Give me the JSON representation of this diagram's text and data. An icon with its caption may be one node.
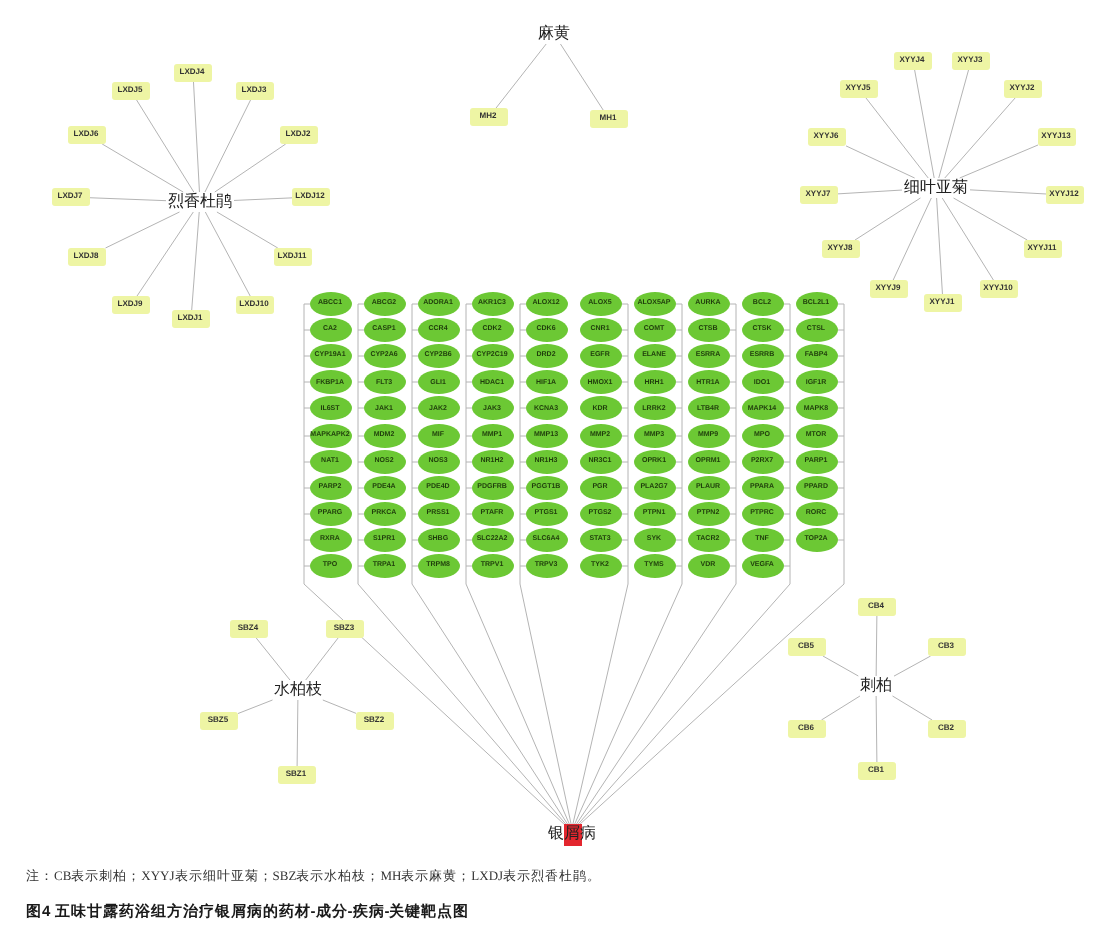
{
  "diagram": {
    "caption": "图4 五味甘露药浴组方治疗银屑病的药材-成分-疾病-关键靶点图",
    "nodes": [
      {
        "text": [
          "麻黄"
        ]
      },
      {
        "text": [
          "MH2"
        ]
      },
      {
        "text": [
          "MH1"
        ]
      },
      {
        "text": [
          "烈香杜鹃"
        ]
      },
      {
        "text": [
          "LXDJ1"
        ]
      },
      {
        "text": [
          "LXDJ2"
        ]
      },
      {
        "text": [
          "LXDJ3"
        ]
      },
      {
        "text": [
          "LXDJ4"
        ]
      },
      {
        "text": [
          "LXDJ5"
        ]
      },
      {
        "text": [
          "LXDJ6"
        ]
      },
      {
        "text": [
          "LXDJ7"
        ]
      },
      {
        "text": [
          "LXDJ8"
        ]
      },
      {
        "text": [
          "LXDJ9"
        ]
      },
      {
        "text": [
          "LXDJ10"
        ]
      },
      {
        "text": [
          "LXDJ11"
        ]
      },
      {
        "text": [
          "LXDJ12"
        ]
      },
      {
        "text": [
          "细叶亚菊"
        ]
      },
      {
        "text": [
          "XYYJ1"
        ]
      },
      {
        "text": [
          "XYYJ2"
        ]
      },
      {
        "text": [
          "XYYJ3"
        ]
      },
      {
        "text": [
          "XYYJ4"
        ]
      },
      {
        "text": [
          "XYYJ5"
        ]
      },
      {
        "text": [
          "XYYJ6"
        ]
      },
      {
        "text": [
          "XYYJ7"
        ]
      },
      {
        "text": [
          "XYYJ8"
        ]
      },
      {
        "text": [
          "XYYJ9"
        ]
      },
      {
        "text": [
          "XYYJ10"
        ]
      },
      {
        "text": [
          "XYYJ11"
        ]
      },
      {
        "text": [
          "XYYJ12"
        ]
      },
      {
        "text": [
          "XYYJ13"
        ]
      },
      {
        "text": [
          "ABCC1"
        ]
      },
      {
        "text": [
          "ABCG2"
        ]
      },
      {
        "text": [
          "ADORA1"
        ]
      },
      {
        "text": [
          "AKR1C3"
        ]
      },
      {
        "text": [
          "ALOX12"
        ]
      },
      {
        "text": [
          "ALOX5"
        ]
      },
      {
        "text": [
          "ALOX5AP"
        ]
      },
      {
        "text": [
          "AURKA"
        ]
      },
      {
        "text": [
          "BCL2"
        ]
      },
      {
        "text": [
          "BCL2L1"
        ]
      },
      {
        "text": [
          "CA2"
        ]
      },
      {
        "text": [
          "CASP1"
        ]
      },
      {
        "text": [
          "CCR4"
        ]
      },
      {
        "text": [
          "CDK2"
        ]
      },
      {
        "text": [
          "CDK6"
        ]
      },
      {
        "text": [
          "CNR1"
        ]
      },
      {
        "text": [
          "COMT"
        ]
      },
      {
        "text": [
          "CTSB"
        ]
      },
      {
        "text": [
          "CTSK"
        ]
      },
      {
        "text": [
          "CTSL"
        ]
      },
      {
        "text": [
          "CYP19A1"
        ]
      },
      {
        "text": [
          "CYP2A6"
        ]
      },
      {
        "text": [
          "CYP2B6"
        ]
      },
      {
        "text": [
          "CYP2C19"
        ]
      },
      {
        "text": [
          "DRD2"
        ]
      },
      {
        "text": [
          "EGFR"
        ]
      },
      {
        "text": [
          "ELANE"
        ]
      },
      {
        "text": [
          "ESRRA"
        ]
      },
      {
        "text": [
          "ESRRB"
        ]
      },
      {
        "text": [
          "FABP4"
        ]
      },
      {
        "text": [
          "FKBP1A"
        ]
      },
      {
        "text": [
          "FLT3"
        ]
      },
      {
        "text": [
          "GLI1"
        ]
      },
      {
        "text": [
          "HDAC1"
        ]
      },
      {
        "text": [
          "HIF1A"
        ]
      },
      {
        "text": [
          "HMOX1"
        ]
      },
      {
        "text": [
          "HRH1"
        ]
      },
      {
        "text": [
          "HTR1A"
        ]
      },
      {
        "text": [
          "IDO1"
        ]
      },
      {
        "text": [
          "IGF1R"
        ]
      },
      {
        "text": [
          "IL6ST"
        ]
      },
      {
        "text": [
          "JAK1"
        ]
      },
      {
        "text": [
          "JAK2"
        ]
      },
      {
        "text": [
          "JAK3"
        ]
      },
      {
        "text": [
          "KCNA3"
        ]
      },
      {
        "text": [
          "KDR"
        ]
      },
      {
        "text": [
          "LRRK2"
        ]
      },
      {
        "text": [
          "LTB4R"
        ]
      },
      {
        "text": [
          "MAPK14"
        ]
      },
      {
        "text": [
          "MAPK8"
        ]
      },
      {
        "text": [
          "MAPKAPK2"
        ]
      },
      {
        "text": [
          "MDM2"
        ]
      },
      {
        "text": [
          "MIF"
        ]
      },
      {
        "text": [
          "MMP1"
        ]
      },
      {
        "text": [
          "MMP13"
        ]
      },
      {
        "text": [
          "MMP2"
        ]
      },
      {
        "text": [
          "MMP3"
        ]
      },
      {
        "text": [
          "MMP9"
        ]
      },
      {
        "text": [
          "MPO"
        ]
      },
      {
        "text": [
          "MTOR"
        ]
      },
      {
        "text": [
          "NAT1"
        ]
      },
      {
        "text": [
          "NOS2"
        ]
      },
      {
        "text": [
          "NOS3"
        ]
      },
      {
        "text": [
          "NR1H2"
        ]
      },
      {
        "text": [
          "NR1H3"
        ]
      },
      {
        "text": [
          "NR3C1"
        ]
      },
      {
        "text": [
          "OPRK1"
        ]
      },
      {
        "text": [
          "OPRM1"
        ]
      },
      {
        "text": [
          "P2RX7"
        ]
      },
      {
        "text": [
          "PARP1"
        ]
      },
      {
        "text": [
          "PARP2"
        ]
      },
      {
        "text": [
          "PDE4A"
        ]
      },
      {
        "text": [
          "PDE4D"
        ]
      },
      {
        "text": [
          "PDGFRB"
        ]
      },
      {
        "text": [
          "PGGT1B"
        ]
      },
      {
        "text": [
          "PGR"
        ]
      },
      {
        "text": [
          "PLA2G7"
        ]
      },
      {
        "text": [
          "PLAUR"
        ]
      },
      {
        "text": [
          "PPARA"
        ]
      },
      {
        "text": [
          "PPARD"
        ]
      },
      {
        "text": [
          "PPARG"
        ]
      },
      {
        "text": [
          "PRKCA"
        ]
      },
      {
        "text": [
          "PRSS1"
        ]
      },
      {
        "text": [
          "PTAFR"
        ]
      },
      {
        "text": [
          "PTGS1"
        ]
      },
      {
        "text": [
          "PTGS2"
        ]
      },
      {
        "text": [
          "PTPN1"
        ]
      },
      {
        "text": [
          "PTPN2"
        ]
      },
      {
        "text": [
          "PTPRC"
        ]
      },
      {
        "text": [
          "RORC"
        ]
      },
      {
        "text": [
          "RXRA"
        ]
      },
      {
        "text": [
          "S1PR1"
        ]
      },
      {
        "text": [
          "SHBG"
        ]
      },
      {
        "text": [
          "SLC22A2"
        ]
      },
      {
        "text": [
          "SLC6A4"
        ]
      },
      {
        "text": [
          "STAT3"
        ]
      },
      {
        "text": [
          "SYK"
        ]
      },
      {
        "text": [
          "TACR2"
        ]
      },
      {
        "text": [
          "TNF"
        ]
      },
      {
        "text": [
          "TOP2A"
        ]
      },
      {
        "text": [
          "TPO"
        ]
      },
      {
        "text": [
          "TRPA1"
        ]
      },
      {
        "text": [
          "TRPM8"
        ]
      },
      {
        "text": [
          "TRPV1"
        ]
      },
      {
        "text": [
          "TRPV3"
        ]
      },
      {
        "text": [
          "TYK2"
        ]
      },
      {
        "text": [
          "TYMS"
        ]
      },
      {
        "text": [
          "VDR"
        ]
      },
      {
        "text": [
          "VEGFA"
        ]
      },
      {
        "text": [
          "水柏枝"
        ]
      },
      {
        "text": [
          "SBZ1"
        ]
      },
      {
        "text": [
          "SBZ2"
        ]
      },
      {
        "text": [
          "SBZ3"
        ]
      },
      {
        "text": [
          "SBZ4"
        ]
      },
      {
        "text": [
          "SBZ5"
        ]
      },
      {
        "text": [
          "刺柏"
        ]
      },
      {
        "text": [
          "CB1"
        ]
      },
      {
        "text": [
          "CB2"
        ]
      },
      {
        "text": [
          "CB3"
        ]
      },
      {
        "text": [
          "CB4"
        ]
      },
      {
        "text": [
          "CB5"
        ]
      },
      {
        "text": [
          "CB6"
        ]
      },
      {
        "text": [
          "银屑病"
        ]
      }
    ],
    "edges": [
      {
        "from": 0,
        "to": 1,
        "arrow": "none"
      },
      {
        "from": 0,
        "to": 2,
        "arrow": "none"
      },
      {
        "from": 3,
        "to": 4,
        "arrow": "none"
      },
      {
        "from": 3,
        "to": 5,
        "arrow": "none"
      },
      {
        "from": 3,
        "to": 6,
        "arrow": "none"
      },
      {
        "from": 3,
        "to": 7,
        "arrow": "none"
      },
      {
        "from": 3,
        "to": 8,
        "arrow": "none"
      },
      {
        "from": 3,
        "to": 9,
        "arrow": "none"
      },
      {
        "from": 3,
        "to": 10,
        "arrow": "none"
      },
      {
        "from": 3,
        "to": 11,
        "arrow": "none"
      },
      {
        "from": 3,
        "to": 12,
        "arrow": "none"
      },
      {
        "from": 3,
        "to": 13,
        "arrow": "none"
      },
      {
        "from": 3,
        "to": 14,
        "arrow": "none"
      },
      {
        "from": 3,
        "to": 15,
        "arrow": "none"
      },
      {
        "from": 16,
        "to": 17,
        "arrow": "none"
      },
      {
        "from": 16,
        "to": 18,
        "arrow": "none"
      },
      {
        "from": 16,
        "to": 19,
        "arrow": "none"
      },
      {
        "from": 16,
        "to": 20,
        "arrow": "none"
      },
      {
        "from": 16,
        "to": 21,
        "arrow": "none"
      },
      {
        "from": 16,
        "to": 22,
        "arrow": "none"
      },
      {
        "from": 16,
        "to": 23,
        "arrow": "none"
      },
      {
        "from": 16,
        "to": 24,
        "arrow": "none"
      },
      {
        "from": 16,
        "to": 25,
        "arrow": "none"
      },
      {
        "from": 16,
        "to": 26,
        "arrow": "none"
      },
      {
        "from": 16,
        "to": 27,
        "arrow": "none"
      },
      {
        "from": 16,
        "to": 28,
        "arrow": "none"
      },
      {
        "from": 16,
        "to": 29,
        "arrow": "none"
      },
      {
        "from": 139,
        "to": 140,
        "arrow": "none"
      },
      {
        "from": 139,
        "to": 141,
        "arrow": "none"
      },
      {
        "from": 139,
        "to": 142,
        "arrow": "none"
      },
      {
        "from": 139,
        "to": 143,
        "arrow": "none"
      },
      {
        "from": 139,
        "to": 144,
        "arrow": "none"
      },
      {
        "from": 145,
        "to": 146,
        "arrow": "none"
      },
      {
        "from": 145,
        "to": 147,
        "arrow": "none"
      },
      {
        "from": 145,
        "to": 148,
        "arrow": "none"
      },
      {
        "from": 145,
        "to": 149,
        "arrow": "none"
      },
      {
        "from": 145,
        "to": 150,
        "arrow": "none"
      },
      {
        "from": 145,
        "to": 151,
        "arrow": "none"
      },
      {
        "from": 30,
        "to": 152,
        "arrow": "none"
      },
      {
        "from": 31,
        "to": 152,
        "arrow": "none"
      },
      {
        "from": 32,
        "to": 152,
        "arrow": "none"
      },
      {
        "from": 33,
        "to": 152,
        "arrow": "none"
      },
      {
        "from": 34,
        "to": 152,
        "arrow": "none"
      },
      {
        "from": 35,
        "to": 152,
        "arrow": "none"
      },
      {
        "from": 36,
        "to": 152,
        "arrow": "none"
      },
      {
        "from": 37,
        "to": 152,
        "arrow": "none"
      },
      {
        "from": 38,
        "to": 152,
        "arrow": "none"
      },
      {
        "from": 39,
        "to": 152,
        "arrow": "none"
      },
      {
        "from": 40,
        "to": 152,
        "arrow": "none"
      },
      {
        "from": 41,
        "to": 152,
        "arrow": "none"
      },
      {
        "from": 42,
        "to": 152,
        "arrow": "none"
      },
      {
        "from": 43,
        "to": 152,
        "arrow": "none"
      },
      {
        "from": 44,
        "to": 152,
        "arrow": "none"
      },
      {
        "from": 45,
        "to": 152,
        "arrow": "none"
      },
      {
        "from": 46,
        "to": 152,
        "arrow": "none"
      },
      {
        "from": 47,
        "to": 152,
        "arrow": "none"
      },
      {
        "from": 48,
        "to": 152,
        "arrow": "none"
      },
      {
        "from": 49,
        "to": 152,
        "arrow": "none"
      },
      {
        "from": 50,
        "to": 152,
        "arrow": "none"
      },
      {
        "from": 51,
        "to": 152,
        "arrow": "none"
      },
      {
        "from": 52,
        "to": 152,
        "arrow": "none"
      },
      {
        "from": 53,
        "to": 152,
        "arrow": "none"
      },
      {
        "from": 54,
        "to": 152,
        "arrow": "none"
      },
      {
        "from": 55,
        "to": 152,
        "arrow": "none"
      },
      {
        "from": 56,
        "to": 152,
        "arrow": "none"
      },
      {
        "from": 57,
        "to": 152,
        "arrow": "none"
      },
      {
        "from": 58,
        "to": 152,
        "arrow": "none"
      },
      {
        "from": 59,
        "to": 152,
        "arrow": "none"
      },
      {
        "from": 60,
        "to": 152,
        "arrow": "none"
      },
      {
        "from": 61,
        "to": 152,
        "arrow": "none"
      },
      {
        "from": 62,
        "to": 152,
        "arrow": "none"
      },
      {
        "from": 63,
        "to": 152,
        "arrow": "none"
      },
      {
        "from": 64,
        "to": 152,
        "arrow": "none"
      },
      {
        "from": 65,
        "to": 152,
        "arrow": "none"
      },
      {
        "from": 66,
        "to": 152,
        "arrow": "none"
      },
      {
        "from": 67,
        "to": 152,
        "arrow": "none"
      },
      {
        "from": 68,
        "to": 152,
        "arrow": "none"
      },
      {
        "from": 69,
        "to": 152,
        "arrow": "none"
      },
      {
        "from": 70,
        "to": 152,
        "arrow": "none"
      },
      {
        "from": 71,
        "to": 152,
        "arrow": "none"
      },
      {
        "from": 72,
        "to": 152,
        "arrow": "none"
      },
      {
        "from": 73,
        "to": 152,
        "arrow": "none"
      },
      {
        "from": 74,
        "to": 152,
        "arrow": "none"
      },
      {
        "from": 75,
        "to": 152,
        "arrow": "none"
      },
      {
        "from": 76,
        "to": 152,
        "arrow": "none"
      },
      {
        "from": 77,
        "to": 152,
        "arrow": "none"
      },
      {
        "from": 78,
        "to": 152,
        "arrow": "none"
      },
      {
        "from": 79,
        "to": 152,
        "arrow": "none"
      },
      {
        "from": 80,
        "to": 152,
        "arrow": "none"
      },
      {
        "from": 81,
        "to": 152,
        "arrow": "none"
      },
      {
        "from": 82,
        "to": 152,
        "arrow": "none"
      },
      {
        "from": 83,
        "to": 152,
        "arrow": "none"
      },
      {
        "from": 84,
        "to": 152,
        "arrow": "none"
      },
      {
        "from": 85,
        "to": 152,
        "arrow": "none"
      },
      {
        "from": 86,
        "to": 152,
        "arrow": "none"
      },
      {
        "from": 87,
        "to": 152,
        "arrow": "none"
      },
      {
        "from": 88,
        "to": 152,
        "arrow": "none"
      },
      {
        "from": 89,
        "to": 152,
        "arrow": "none"
      },
      {
        "from": 90,
        "to": 152,
        "arrow": "none"
      },
      {
        "from": 91,
        "to": 152,
        "arrow": "none"
      },
      {
        "from": 92,
        "to": 152,
        "arrow": "none"
      },
      {
        "from": 93,
        "to": 152,
        "arrow": "none"
      },
      {
        "from": 94,
        "to": 152,
        "arrow": "none"
      },
      {
        "from": 95,
        "to": 152,
        "arrow": "none"
      },
      {
        "from": 96,
        "to": 152,
        "arrow": "none"
      },
      {
        "from": 97,
        "to": 152,
        "arrow": "none"
      },
      {
        "from": 98,
        "to": 152,
        "arrow": "none"
      },
      {
        "from": 99,
        "to": 152,
        "arrow": "none"
      },
      {
        "from": 100,
        "to": 152,
        "arrow": "none"
      },
      {
        "from": 101,
        "to": 152,
        "arrow": "none"
      },
      {
        "from": 102,
        "to": 152,
        "arrow": "none"
      },
      {
        "from": 103,
        "to": 152,
        "arrow": "none"
      },
      {
        "from": 104,
        "to": 152,
        "arrow": "none"
      },
      {
        "from": 105,
        "to": 152,
        "arrow": "none"
      },
      {
        "from": 106,
        "to": 152,
        "arrow": "none"
      },
      {
        "from": 107,
        "to": 152,
        "arrow": "none"
      },
      {
        "from": 108,
        "to": 152,
        "arrow": "none"
      },
      {
        "from": 109,
        "to": 152,
        "arrow": "none"
      },
      {
        "from": 110,
        "to": 152,
        "arrow": "none"
      },
      {
        "from": 111,
        "to": 152,
        "arrow": "none"
      },
      {
        "from": 112,
        "to": 152,
        "arrow": "none"
      },
      {
        "from": 113,
        "to": 152,
        "arrow": "none"
      },
      {
        "from": 114,
        "to": 152,
        "arrow": "none"
      },
      {
        "from": 115,
        "to": 152,
        "arrow": "none"
      },
      {
        "from": 116,
        "to": 152,
        "arrow": "none"
      },
      {
        "from": 117,
        "to": 152,
        "arrow": "none"
      },
      {
        "from": 118,
        "to": 152,
        "arrow": "none"
      },
      {
        "from": 119,
        "to": 152,
        "arrow": "none"
      },
      {
        "from": 120,
        "to": 152,
        "arrow": "none"
      },
      {
        "from": 121,
        "to": 152,
        "arrow": "none"
      },
      {
        "from": 122,
        "to": 152,
        "arrow": "none"
      },
      {
        "from": 123,
        "to": 152,
        "arrow": "none"
      },
      {
        "from": 124,
        "to": 152,
        "arrow": "none"
      },
      {
        "from": 125,
        "to": 152,
        "arrow": "none"
      },
      {
        "from": 126,
        "to": 152,
        "arrow": "none"
      },
      {
        "from": 127,
        "to": 152,
        "arrow": "none"
      },
      {
        "from": 128,
        "to": 152,
        "arrow": "none"
      },
      {
        "from": 129,
        "to": 152,
        "arrow": "none"
      },
      {
        "from": 130,
        "to": 152,
        "arrow": "none"
      },
      {
        "from": 131,
        "to": 152,
        "arrow": "none"
      },
      {
        "from": 132,
        "to": 152,
        "arrow": "none"
      },
      {
        "from": 133,
        "to": 152,
        "arrow": "none"
      },
      {
        "from": 134,
        "to": 152,
        "arrow": "none"
      },
      {
        "from": 135,
        "to": 152,
        "arrow": "none"
      },
      {
        "from": 136,
        "to": 152,
        "arrow": "none"
      },
      {
        "from": 137,
        "to": 152,
        "arrow": "none"
      },
      {
        "from": 138,
        "to": 152,
        "arrow": "none"
      }
    ],
    "labels": [
      "注：CB表示刺柏；XYYJ表示细叶亚菊；SBZ表示水柏枝；MH表示麻黄；LXDJ表示烈香杜鹃。"
    ]
  }
}
